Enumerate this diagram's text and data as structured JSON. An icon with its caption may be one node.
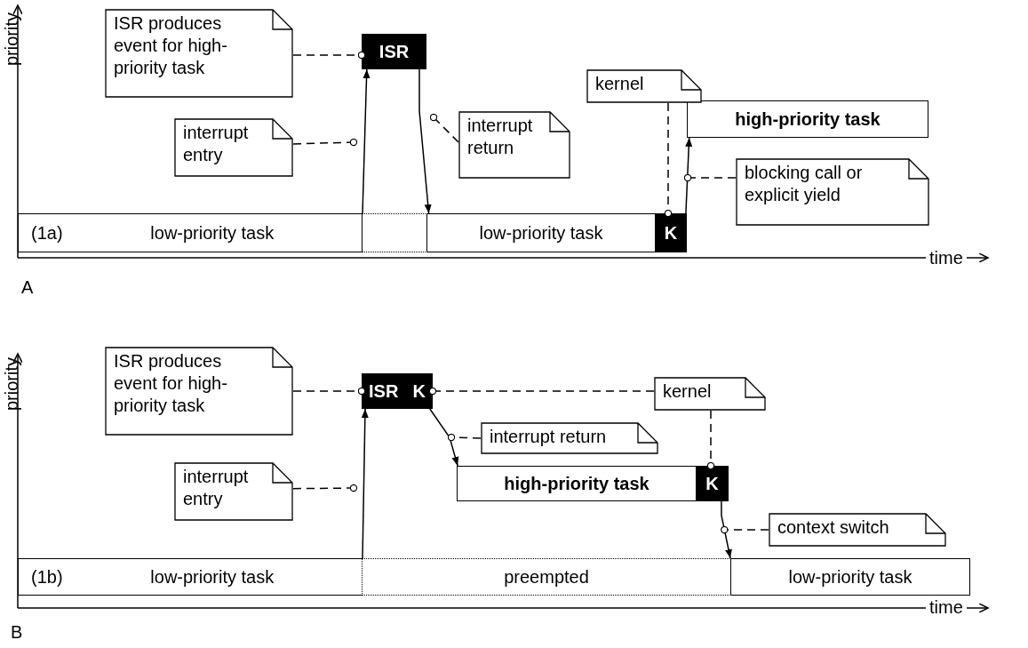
{
  "diagram": {
    "nodes": [
      {
        "text": [
          "(1a)",
          "low-priority task"
        ]
      },
      {
        "text": [],
        "shape": "box"
      },
      {
        "text": [
          "low-priority task"
        ]
      },
      {
        "text": [
          "K"
        ]
      },
      {
        "text": [
          "ISR"
        ]
      },
      {
        "text": [
          "high-priority task"
        ]
      },
      {
        "text": [
          "ISR produces event for high-priority task"
        ]
      },
      {
        "text": [
          "interrupt entry"
        ]
      },
      {
        "text": [
          "interrupt return"
        ]
      },
      {
        "text": [
          "kernel"
        ]
      },
      {
        "text": [
          "blocking call or explicit yield"
        ]
      },
      {
        "text": [
          "(1b)",
          "low-priority task"
        ]
      },
      {
        "text": [
          "preempted"
        ]
      },
      {
        "text": [
          "low-priority task"
        ]
      },
      {
        "text": [
          "ISR",
          "K"
        ]
      },
      {
        "text": [
          "high-priority task"
        ]
      },
      {
        "text": [
          "K"
        ]
      },
      {
        "text": [
          "ISR produces event for high-priority task"
        ]
      },
      {
        "text": [
          "interrupt entry"
        ]
      },
      {
        "text": [
          "interrupt return"
        ]
      },
      {
        "text": [
          "kernel"
        ]
      },
      {
        "text": [
          "context switch"
        ]
      }
    ],
    "edges": [
      {
        "from": 0,
        "to": 4,
        "arrow": "to"
      },
      {
        "from": 4,
        "to": 2,
        "arrow": "to"
      },
      {
        "from": 3,
        "to": 5,
        "arrow": "to"
      },
      {
        "from": 6,
        "to": 4,
        "arrow": "other",
        "style": "dashed"
      },
      {
        "from": 7,
        "to": null,
        "arrow": "other",
        "style": "dashed"
      },
      {
        "from": 8,
        "to": null,
        "arrow": "other",
        "style": "dashed"
      },
      {
        "from": 9,
        "to": 3,
        "arrow": "other",
        "style": "dashed"
      },
      {
        "from": 10,
        "to": null,
        "arrow": "other",
        "style": "dashed"
      },
      {
        "from": 11,
        "to": 14,
        "arrow": "to"
      },
      {
        "from": 14,
        "to": 15,
        "arrow": "to"
      },
      {
        "from": 16,
        "to": 13,
        "arrow": "to"
      },
      {
        "from": 17,
        "to": 14,
        "arrow": "other",
        "style": "dashed"
      },
      {
        "from": 18,
        "to": null,
        "arrow": "other",
        "style": "dashed"
      },
      {
        "from": 19,
        "to": null,
        "arrow": "other",
        "style": "dashed"
      },
      {
        "from": 20,
        "to": 14,
        "arrow": "other",
        "style": "dashed"
      },
      {
        "from": 20,
        "to": 16,
        "arrow": "other",
        "style": "dashed"
      },
      {
        "from": 21,
        "to": null,
        "arrow": "other",
        "style": "dashed"
      }
    ],
    "labels": [
      "priority",
      "time",
      "A",
      "priority",
      "time",
      "B"
    ]
  }
}
